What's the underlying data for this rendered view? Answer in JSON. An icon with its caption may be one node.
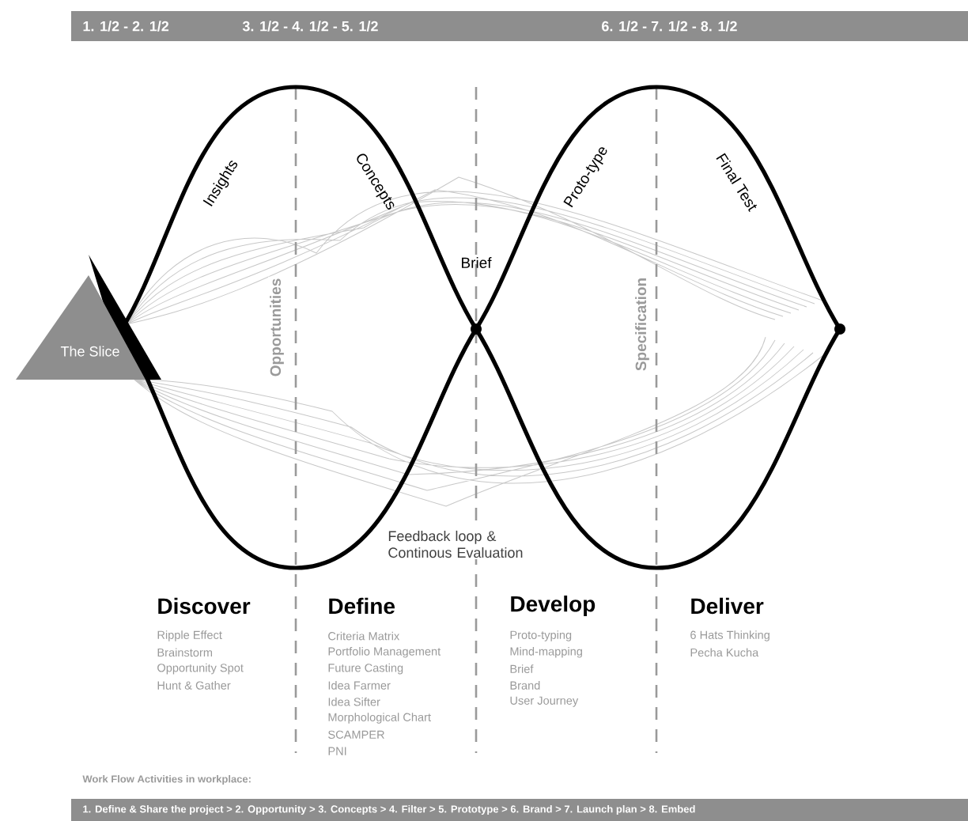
{
  "diagram": {
    "nodes": [
      {
        "text": [
          "The Slice"
        ]
      }
    ],
    "labels": [
      "1. 1/2 - 2. 1/2",
      "3. 1/2 - 4. 1/2 - 5. 1/2",
      "6. 1/2 - 7. 1/2 - 8. 1/2",
      "Insights",
      "Concepts",
      "Brief",
      "Proto-type",
      "Final Test",
      "Opportunities",
      "Specification",
      "Feedback loop & Continous Evaluation",
      "Discover",
      "Ripple Effect",
      "Brainstorm",
      "Opportunity Spot",
      "Hunt & Gather",
      "Define",
      "Criteria Matrix",
      "Portfolio Management",
      "Future Casting",
      "Idea Farmer",
      "Idea Sifter",
      "Morphological Chart",
      "SCAMPER",
      "PNI",
      "Develop",
      "Proto-typing",
      "Mind-mapping",
      "Brief",
      "Brand",
      "User Journey",
      "Deliver",
      "6 Hats Thinking",
      "Pecha Kucha",
      "Work Flow Activities in workplace:",
      "1. Define & Share the project  >  2. Opportunity  >  3. Concepts  >  4. Filter  >  5. Prototype  >  6. Brand  >  7. Launch plan  >  8. Embed"
    ]
  }
}
